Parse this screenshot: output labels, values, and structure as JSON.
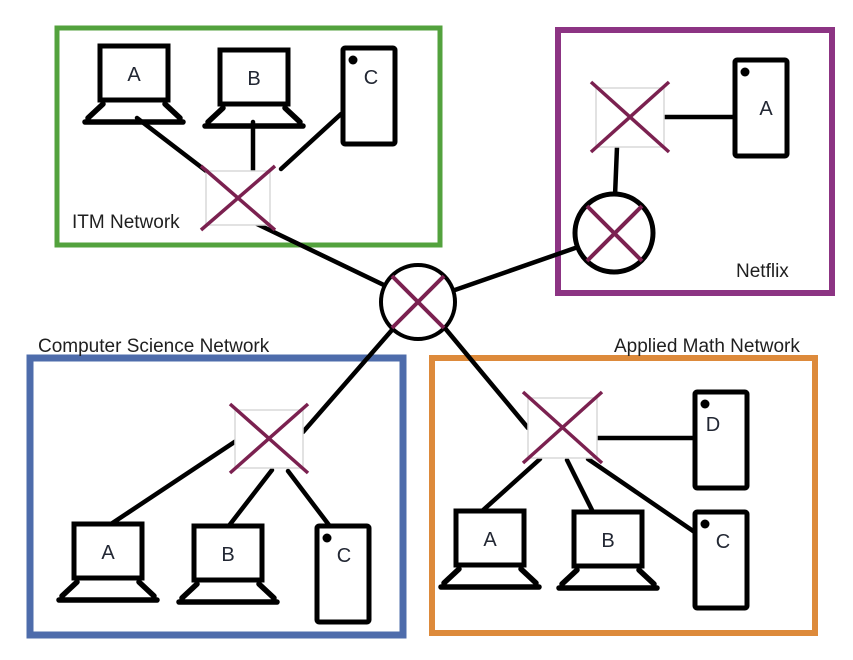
{
  "diagram": {
    "networks": [
      {
        "name": "ITM Network",
        "border_color": "#53a23d",
        "infrastructure": [
          "switch"
        ],
        "devices": [
          {
            "label": "A",
            "type": "laptop"
          },
          {
            "label": "B",
            "type": "laptop"
          },
          {
            "label": "C",
            "type": "phone"
          }
        ]
      },
      {
        "name": "Netflix",
        "border_color": "#8c3483",
        "infrastructure": [
          "switch",
          "router"
        ],
        "devices": [
          {
            "label": "A",
            "type": "phone"
          }
        ]
      },
      {
        "name": "Computer Science Network",
        "border_color": "#4e6cab",
        "infrastructure": [
          "switch"
        ],
        "devices": [
          {
            "label": "A",
            "type": "laptop"
          },
          {
            "label": "B",
            "type": "laptop"
          },
          {
            "label": "C",
            "type": "phone"
          }
        ]
      },
      {
        "name": "Applied Math Network",
        "border_color": "#dd8a3b",
        "infrastructure": [
          "switch"
        ],
        "devices": [
          {
            "label": "A",
            "type": "laptop"
          },
          {
            "label": "B",
            "type": "laptop"
          },
          {
            "label": "C",
            "type": "phone"
          },
          {
            "label": "D",
            "type": "phone"
          }
        ]
      }
    ],
    "core": {
      "infrastructure": [
        "router"
      ]
    },
    "colors": {
      "switch_cross": "#7b2150",
      "switch_border": "#d8d8d8",
      "connection_line": "#000000",
      "device_outline": "#000000",
      "label_text": "#1f1f1f"
    }
  }
}
